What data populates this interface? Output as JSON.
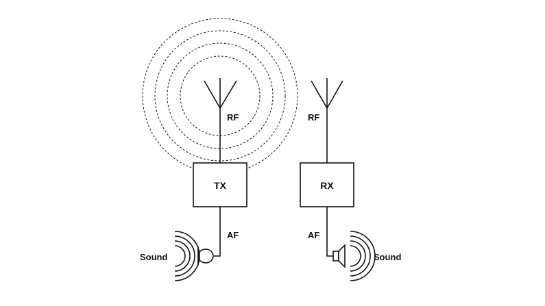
{
  "diagram": {
    "transmitter": {
      "box_label": "TX",
      "rf_label": "RF",
      "af_label": "AF",
      "sound_label": "Sound",
      "input_device_icon": "microphone-icon"
    },
    "receiver": {
      "box_label": "RX",
      "rf_label": "RF",
      "af_label": "AF",
      "sound_label": "Sound",
      "output_device_icon": "loudspeaker-icon"
    }
  }
}
